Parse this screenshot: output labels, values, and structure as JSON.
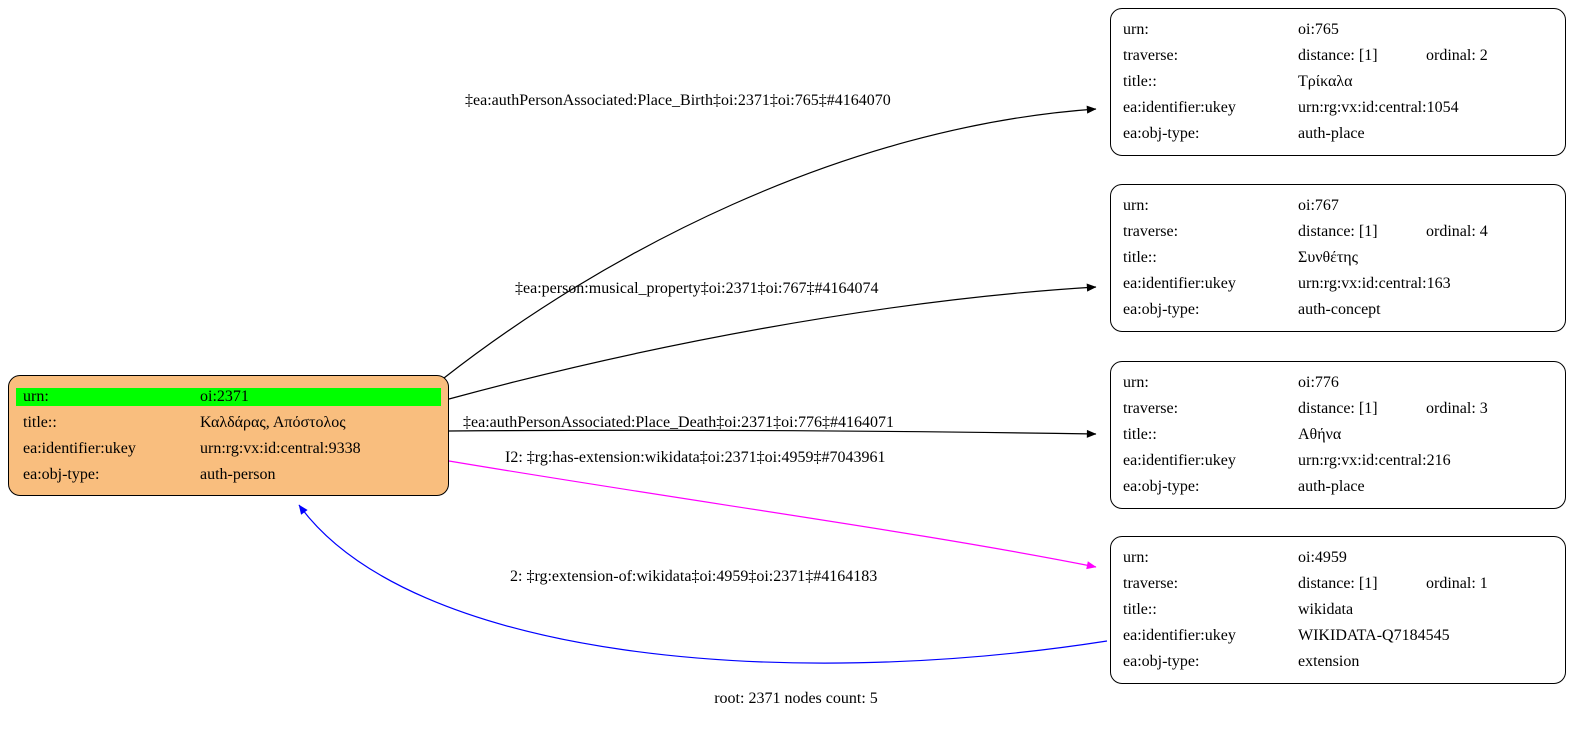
{
  "caption": "root: 2371 nodes count: 5",
  "colors": {
    "root_bg": "#F9BE7E",
    "highlight": "#00FF00",
    "edge_black": "#000000",
    "edge_magenta": "#FF00FF",
    "edge_blue": "#0000FF"
  },
  "root": {
    "urn_label": "urn:",
    "urn_value": "oi:2371",
    "title_label": "title::",
    "title_value": "Καλδάρας, Απόστολος",
    "ukey_label": "ea:identifier:ukey",
    "ukey_value": "urn:rg:vx:id:central:9338",
    "objtype_label": "ea:obj-type:",
    "objtype_value": "auth-person"
  },
  "nodes": [
    {
      "urn_label": "urn:",
      "urn_value": "oi:765",
      "traverse_label": "traverse:",
      "distance": "distance: [1]",
      "ordinal": "ordinal: 2",
      "title_label": "title::",
      "title_value": "Τρίκαλα",
      "ukey_label": "ea:identifier:ukey",
      "ukey_value": "urn:rg:vx:id:central:1054",
      "objtype_label": "ea:obj-type:",
      "objtype_value": "auth-place"
    },
    {
      "urn_label": "urn:",
      "urn_value": "oi:767",
      "traverse_label": "traverse:",
      "distance": "distance: [1]",
      "ordinal": "ordinal: 4",
      "title_label": "title::",
      "title_value": "Συνθέτης",
      "ukey_label": "ea:identifier:ukey",
      "ukey_value": "urn:rg:vx:id:central:163",
      "objtype_label": "ea:obj-type:",
      "objtype_value": "auth-concept"
    },
    {
      "urn_label": "urn:",
      "urn_value": "oi:776",
      "traverse_label": "traverse:",
      "distance": "distance: [1]",
      "ordinal": "ordinal: 3",
      "title_label": "title::",
      "title_value": "Αθήνα",
      "ukey_label": "ea:identifier:ukey",
      "ukey_value": "urn:rg:vx:id:central:216",
      "objtype_label": "ea:obj-type:",
      "objtype_value": "auth-place"
    },
    {
      "urn_label": "urn:",
      "urn_value": "oi:4959",
      "traverse_label": "traverse:",
      "distance": "distance: [1]",
      "ordinal": "ordinal: 1",
      "title_label": "title::",
      "title_value": "wikidata",
      "ukey_label": "ea:identifier:ukey",
      "ukey_value": "WIKIDATA-Q7184545",
      "objtype_label": "ea:obj-type:",
      "objtype_value": "extension"
    }
  ],
  "edges": [
    {
      "name": "place-birth",
      "label": "‡ea:authPersonAssociated:Place_Birth‡oi:2371‡oi:765‡#4164070",
      "color": "#000000"
    },
    {
      "name": "musical-property",
      "label": "‡ea:person:musical_property‡oi:2371‡oi:767‡#4164074",
      "color": "#000000"
    },
    {
      "name": "place-death",
      "label": "‡ea:authPersonAssociated:Place_Death‡oi:2371‡oi:776‡#4164071",
      "color": "#000000"
    },
    {
      "name": "has-extension",
      "label": "I2: ‡rg:has-extension:wikidata‡oi:2371‡oi:4959‡#7043961",
      "color": "#FF00FF"
    },
    {
      "name": "extension-of",
      "label": "2: ‡rg:extension-of:wikidata‡oi:4959‡oi:2371‡#4164183",
      "color": "#0000FF"
    }
  ]
}
